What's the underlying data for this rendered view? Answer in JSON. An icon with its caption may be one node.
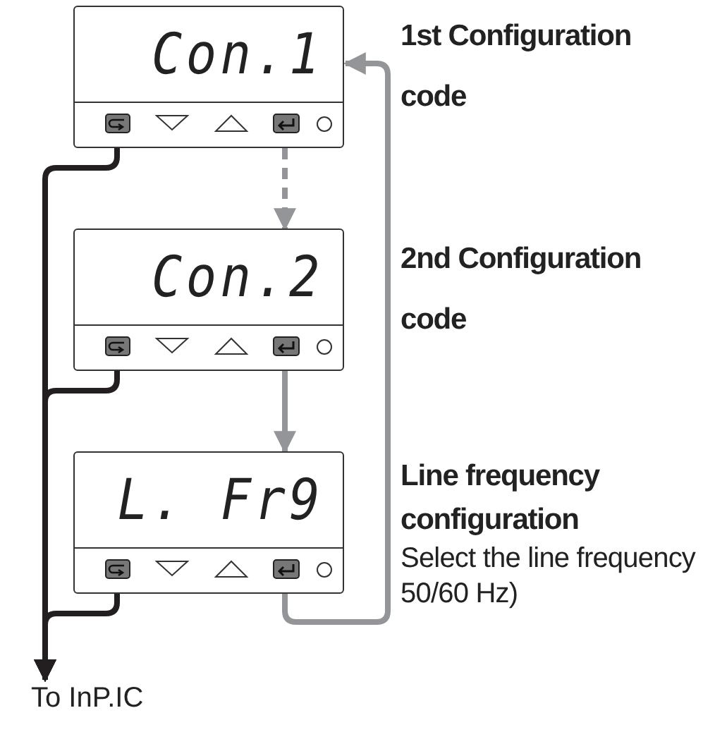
{
  "diagram": {
    "nodes": [
      {
        "text": [
          "Con.1"
        ],
        "beside": [
          "1st Configuration code"
        ]
      },
      {
        "text": [
          "Con.2"
        ],
        "beside": [
          "2nd Configuration code"
        ]
      },
      {
        "text": [
          "L. Fr9"
        ],
        "beside": [
          "Line frequency configuration",
          "Select the line frequency 50/60 Hz)"
        ]
      },
      {
        "text": [
          "To InP.IC"
        ]
      }
    ],
    "edges": [
      {
        "from": 0,
        "to": 1,
        "arrow": "to",
        "style": "dashed",
        "color": "#939598"
      },
      {
        "from": 1,
        "to": 2,
        "arrow": "to",
        "color": "#939598"
      },
      {
        "from": 2,
        "to": 0,
        "arrow": "to",
        "color": "#939598"
      },
      {
        "from": 0,
        "to": 3,
        "arrow": "to",
        "color": "#231f20"
      },
      {
        "from": 1,
        "to": 3,
        "arrow": "to",
        "color": "#231f20"
      },
      {
        "from": 2,
        "to": 3,
        "arrow": "to",
        "color": "#231f20"
      }
    ]
  }
}
